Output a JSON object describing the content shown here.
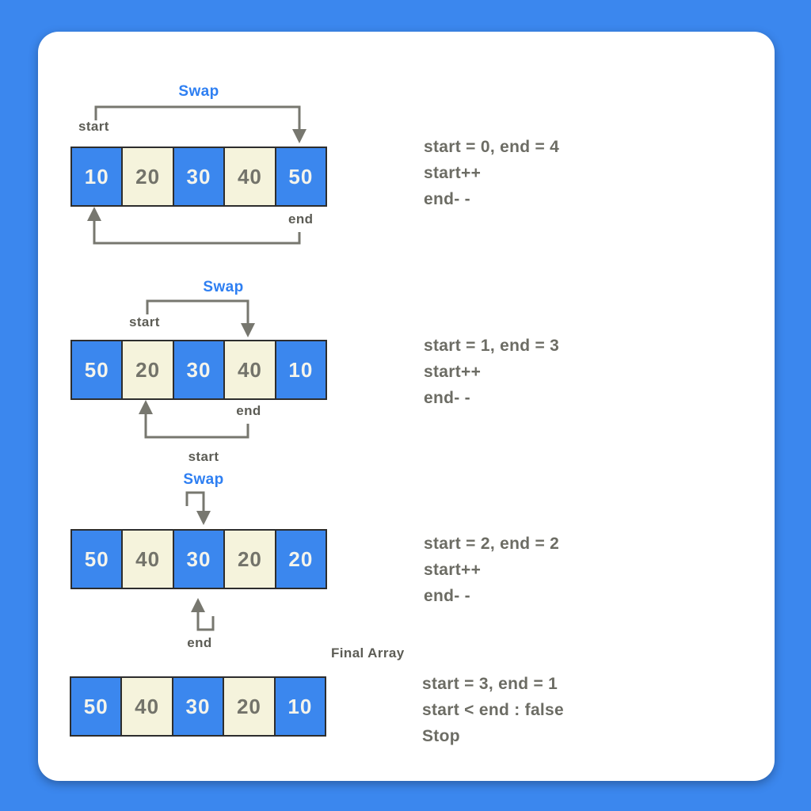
{
  "colors": {
    "background_blue": "#3b87ee",
    "card_white": "#ffffff",
    "cell_blue": "#3b87ee",
    "cell_cream": "#f5f3dc",
    "swap_blue": "#2e7ff2",
    "arrow_gray": "#77776f",
    "label_gray": "#5c5c55",
    "code_gray": "#6c6c64"
  },
  "sections": [
    {
      "swap_label": "Swap",
      "start_label": "start",
      "end_label": "end",
      "cells": [
        {
          "value": "10"
        },
        {
          "value": "20"
        },
        {
          "value": "30"
        },
        {
          "value": "40"
        },
        {
          "value": "50"
        }
      ],
      "code_lines": {
        "l1": "start = 0, end = 4",
        "l2": "start++",
        "l3": "end- -"
      }
    },
    {
      "swap_label": "Swap",
      "start_label": "start",
      "end_label": "end",
      "cells": [
        {
          "value": "50"
        },
        {
          "value": "20"
        },
        {
          "value": "30"
        },
        {
          "value": "40"
        },
        {
          "value": "10"
        }
      ],
      "code_lines": {
        "l1": "start = 1, end = 3",
        "l2": "start++",
        "l3": "end- -"
      }
    },
    {
      "swap_label": "Swap",
      "start_label": "start",
      "end_label": "end",
      "cells": [
        {
          "value": "50"
        },
        {
          "value": "40"
        },
        {
          "value": "30"
        },
        {
          "value": "20"
        },
        {
          "value": "20"
        }
      ],
      "code_lines": {
        "l1": "start = 2, end = 2",
        "l2": "start++",
        "l3": "end- -"
      }
    },
    {
      "final_array_label": "Final Array",
      "cells": [
        {
          "value": "50"
        },
        {
          "value": "40"
        },
        {
          "value": "30"
        },
        {
          "value": "20"
        },
        {
          "value": "10"
        }
      ],
      "code_lines": {
        "l1": "start = 3, end = 1",
        "l2": "start < end : false",
        "l3": "Stop"
      }
    }
  ]
}
